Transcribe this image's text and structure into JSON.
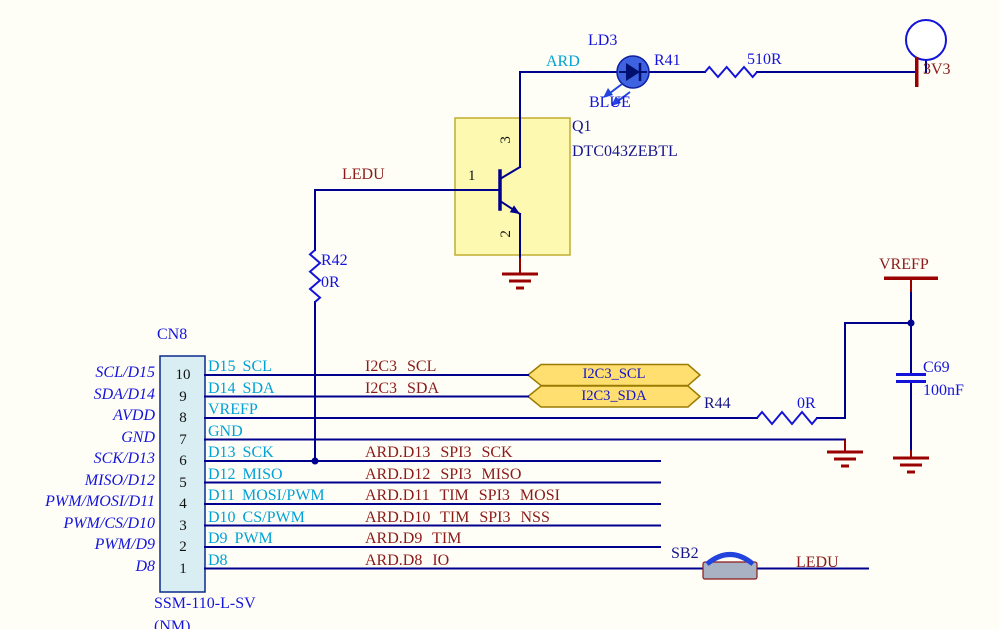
{
  "colors": {
    "background": "#FFFEF6",
    "wire": "#00008F",
    "symbol_blue": "#1414D8",
    "designator_blue": "#1414DC",
    "part_navy": "#16168C",
    "net_name_cyan": "#00A2D8",
    "net_label_red": "#8B1A1A",
    "power_ground_red": "#990000",
    "component_fill_yellow": "#FEF9B0",
    "flag_fill_yellow": "#FFDF70",
    "connector_fill": "#D8EEF2",
    "led_fill": "#3E62E0",
    "solder_bridge_fill": "#A8B2C2"
  },
  "power_3v3": {
    "net": "3V3"
  },
  "led": {
    "designator": "LD3",
    "label": "BLUE",
    "net": "ARD"
  },
  "r41": {
    "designator": "R41",
    "value": "510R"
  },
  "transistor": {
    "designator": "Q1",
    "part": "DTC043ZEBTL",
    "pin1": "1",
    "pin2": "2",
    "pin3": "3"
  },
  "net_ledu": {
    "label": "LEDU"
  },
  "r42": {
    "designator": "R42",
    "value": "0R"
  },
  "r44": {
    "designator": "R44",
    "value": "0R"
  },
  "vrefp": {
    "net": "VREFP"
  },
  "c69": {
    "designator": "C69",
    "value": "100nF"
  },
  "sb2": {
    "designator": "SB2",
    "net": "LEDU"
  },
  "flags": [
    {
      "label": "I2C3_SCL"
    },
    {
      "label": "I2C3_SDA"
    }
  ],
  "connector": {
    "designator": "CN8",
    "part": "SSM-110-L-SV",
    "note": "(NM)",
    "pins": [
      {
        "number": "10",
        "name": "SCL/D15",
        "net": "D15 SCL",
        "label": "I2C3 SCL"
      },
      {
        "number": "9",
        "name": "SDA/D14",
        "net": "D14 SDA",
        "label": "I2C3 SDA"
      },
      {
        "number": "8",
        "name": "AVDD",
        "net": "VREFP",
        "label": ""
      },
      {
        "number": "7",
        "name": "GND",
        "net": "GND",
        "label": ""
      },
      {
        "number": "6",
        "name": "SCK/D13",
        "net": "D13 SCK",
        "label": "ARD.D13 SPI3 SCK"
      },
      {
        "number": "5",
        "name": "MISO/D12",
        "net": "D12 MISO",
        "label": "ARD.D12 SPI3 MISO"
      },
      {
        "number": "4",
        "name": "PWM/MOSI/D11",
        "net": "D11 MOSI/PWM",
        "label": "ARD.D11 TIM SPI3 MOSI"
      },
      {
        "number": "3",
        "name": "PWM/CS/D10",
        "net": "D10 CS/PWM",
        "label": "ARD.D10 TIM SPI3 NSS"
      },
      {
        "number": "2",
        "name": "PWM/D9",
        "net": "D9 PWM",
        "label": "ARD.D9 TIM"
      },
      {
        "number": "1",
        "name": "D8",
        "net": "D8",
        "label": "ARD.D8 IO"
      }
    ]
  }
}
